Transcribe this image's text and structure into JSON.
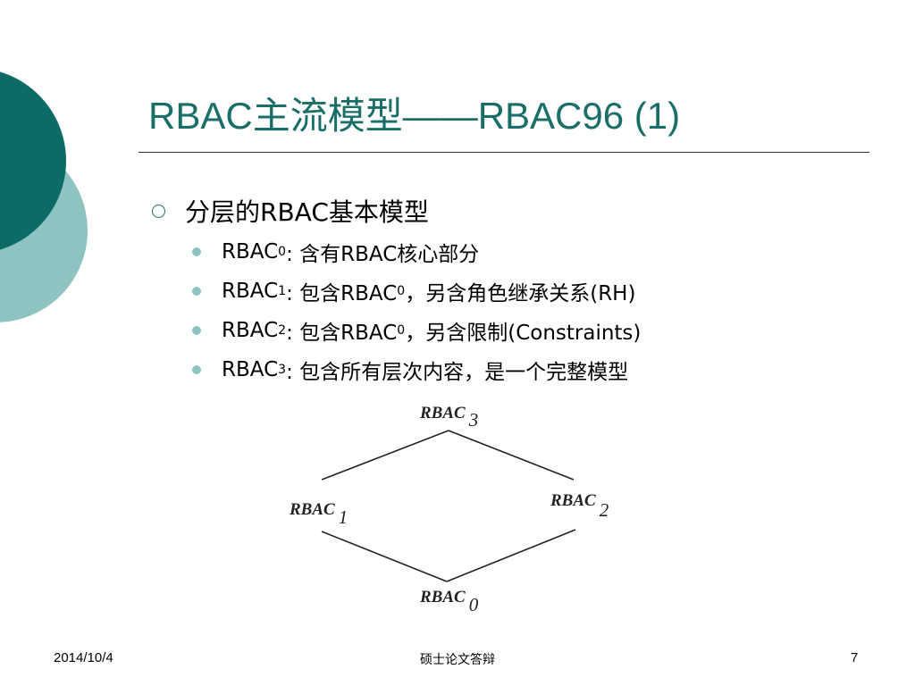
{
  "slide": {
    "title": "RBAC主流模型——RBAC96 (1)",
    "colors": {
      "accent": "#1a6e68",
      "accent_light": "#8ec3c1",
      "dark_circle": "#0d6b66"
    }
  },
  "bullets": {
    "heading": "分层的RBAC基本模型",
    "items": [
      {
        "base": "RBAC",
        "sub": "0",
        "rest": ": 含有RBAC核心部分",
        "ref_sub": "",
        "tail": ""
      },
      {
        "base": "RBAC",
        "sub": "1",
        "rest": ": 包含RBAC",
        "ref_sub": "0",
        "tail": "，另含角色继承关系(RH)"
      },
      {
        "base": "RBAC",
        "sub": "2",
        "rest": ": 包含RBAC",
        "ref_sub": "0",
        "tail": "，另含限制(Constraints)"
      },
      {
        "base": "RBAC",
        "sub": "3",
        "rest": ": 包含所有层次内容，是一个完整模型",
        "ref_sub": "",
        "tail": ""
      }
    ]
  },
  "diagram": {
    "nodes": {
      "top": {
        "text": "RBAC",
        "sub": "3"
      },
      "left": {
        "text": "RBAC",
        "sub": "1"
      },
      "right": {
        "text": "RBAC",
        "sub": "2"
      },
      "bottom": {
        "text": "RBAC",
        "sub": "0"
      }
    }
  },
  "footer": {
    "date": "2014/10/4",
    "center": "硕士论文答辩",
    "page": "7"
  }
}
